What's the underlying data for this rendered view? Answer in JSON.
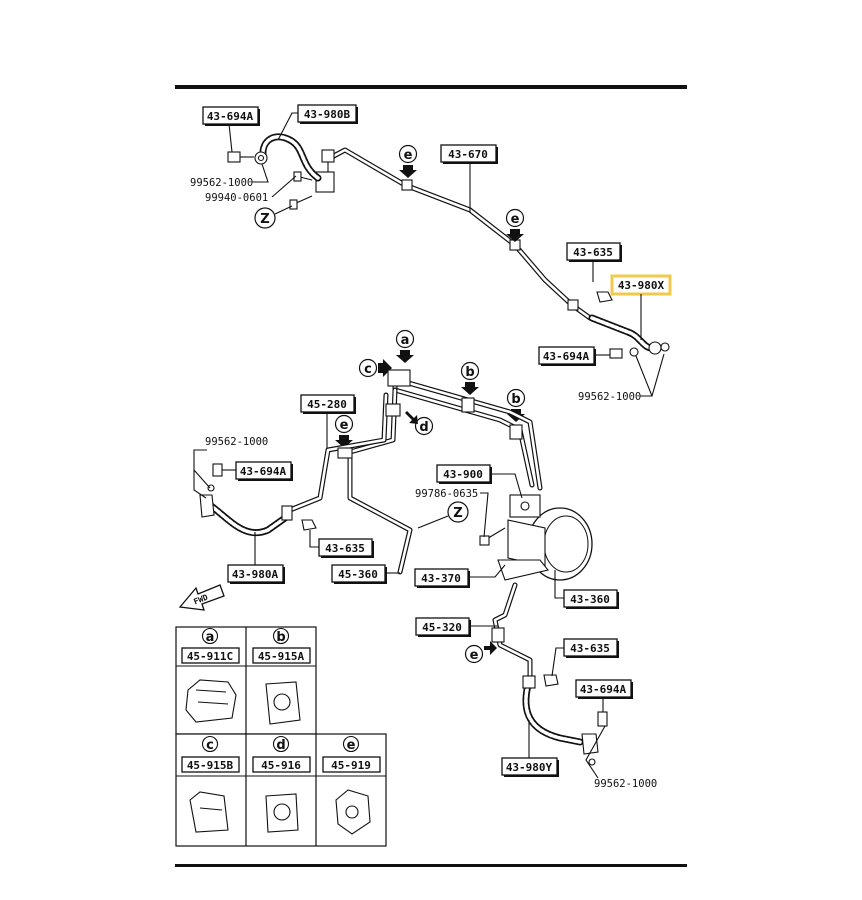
{
  "labels": {
    "l_43_694A_top": "43-694A",
    "l_43_980B": "43-980B",
    "l_43_670": "43-670",
    "l_43_635_top": "43-635",
    "l_43_980X": "43-980X",
    "l_43_694A_right": "43-694A",
    "l_45_280": "45-280",
    "l_43_694A_left": "43-694A",
    "l_43_900": "43-900",
    "l_43_635_mid": "43-635",
    "l_43_980A": "43-980A",
    "l_45_360": "45-360",
    "l_43_370": "43-370",
    "l_43_360": "43-360",
    "l_45_320": "45-320",
    "l_43_635_bot": "43-635",
    "l_43_694A_bot": "43-694A",
    "l_43_980Y": "43-980Y"
  },
  "part_numbers": {
    "p_99562_top": "99562-1000",
    "p_99940": "99940-0601",
    "p_99562_right": "99562-1000",
    "p_99562_left": "99562-1000",
    "p_99786": "99786-0635",
    "p_99562_bot": "99562-1000"
  },
  "markers": {
    "a": "a",
    "b": "b",
    "c": "c",
    "d": "d",
    "e": "e",
    "z": "Z"
  },
  "fwd": "FWD",
  "clip_table": {
    "row1": [
      {
        "letter": "a",
        "part": "45-911C"
      },
      {
        "letter": "b",
        "part": "45-915A"
      }
    ],
    "row2": [
      {
        "letter": "c",
        "part": "45-915B"
      },
      {
        "letter": "d",
        "part": "45-916"
      },
      {
        "letter": "e",
        "part": "45-919"
      }
    ]
  },
  "colors": {
    "ink": "#111111",
    "highlight": "#f2c94c"
  }
}
